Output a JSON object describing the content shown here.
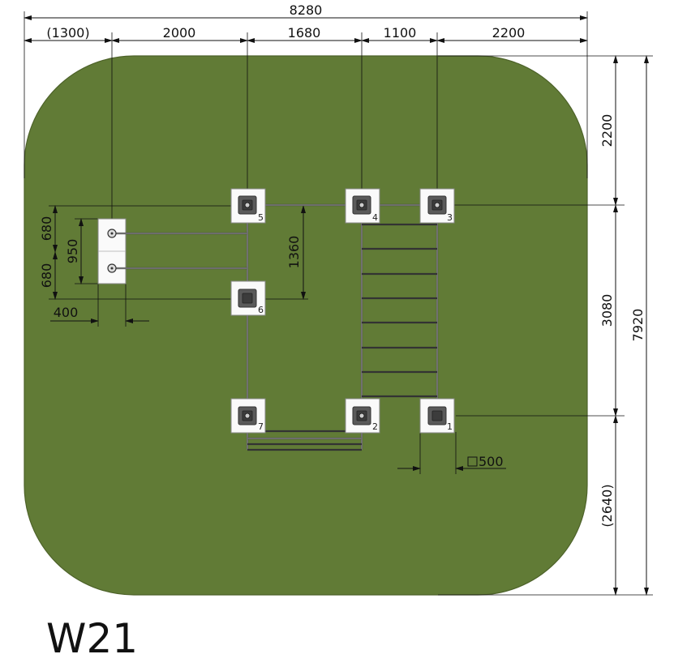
{
  "title": "W21",
  "colors": {
    "ground": "#617b36",
    "ground_edge": "#4d6229",
    "line": "#111111"
  },
  "dimensions": {
    "overall_width": "8280",
    "top_segments": [
      "(1300)",
      "2000",
      "1680",
      "1100",
      "2200"
    ],
    "right_segments": [
      "2200",
      "3080",
      "(2640)"
    ],
    "overall_height": "7920",
    "left_680_top": "680",
    "left_680_bottom": "680",
    "left_950": "950",
    "offset_400": "400",
    "height_1360": "1360",
    "footing_size": "500"
  },
  "posts": [
    {
      "number": "1"
    },
    {
      "number": "2"
    },
    {
      "number": "3"
    },
    {
      "number": "4"
    },
    {
      "number": "5"
    },
    {
      "number": "6"
    },
    {
      "number": "7"
    }
  ]
}
